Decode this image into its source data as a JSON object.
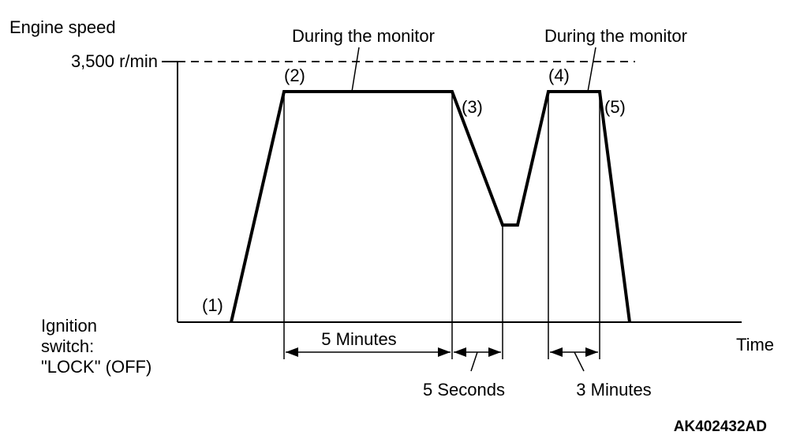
{
  "diagram": {
    "y_axis_label": "Engine speed",
    "speed_level_label": "3,500 r/min",
    "ignition_label": [
      "Ignition",
      "switch:",
      "\"LOCK\" (OFF)"
    ],
    "time_label": "Time",
    "monitor_label_1": "During the monitor",
    "monitor_label_2": "During the monitor",
    "points": [
      "(1)",
      "(2)",
      "(3)",
      "(4)",
      "(5)"
    ],
    "intervals": {
      "first": "5 Minutes",
      "second": "5 Seconds",
      "third": "3 Minutes"
    },
    "figure_code": "AK402432AD"
  }
}
